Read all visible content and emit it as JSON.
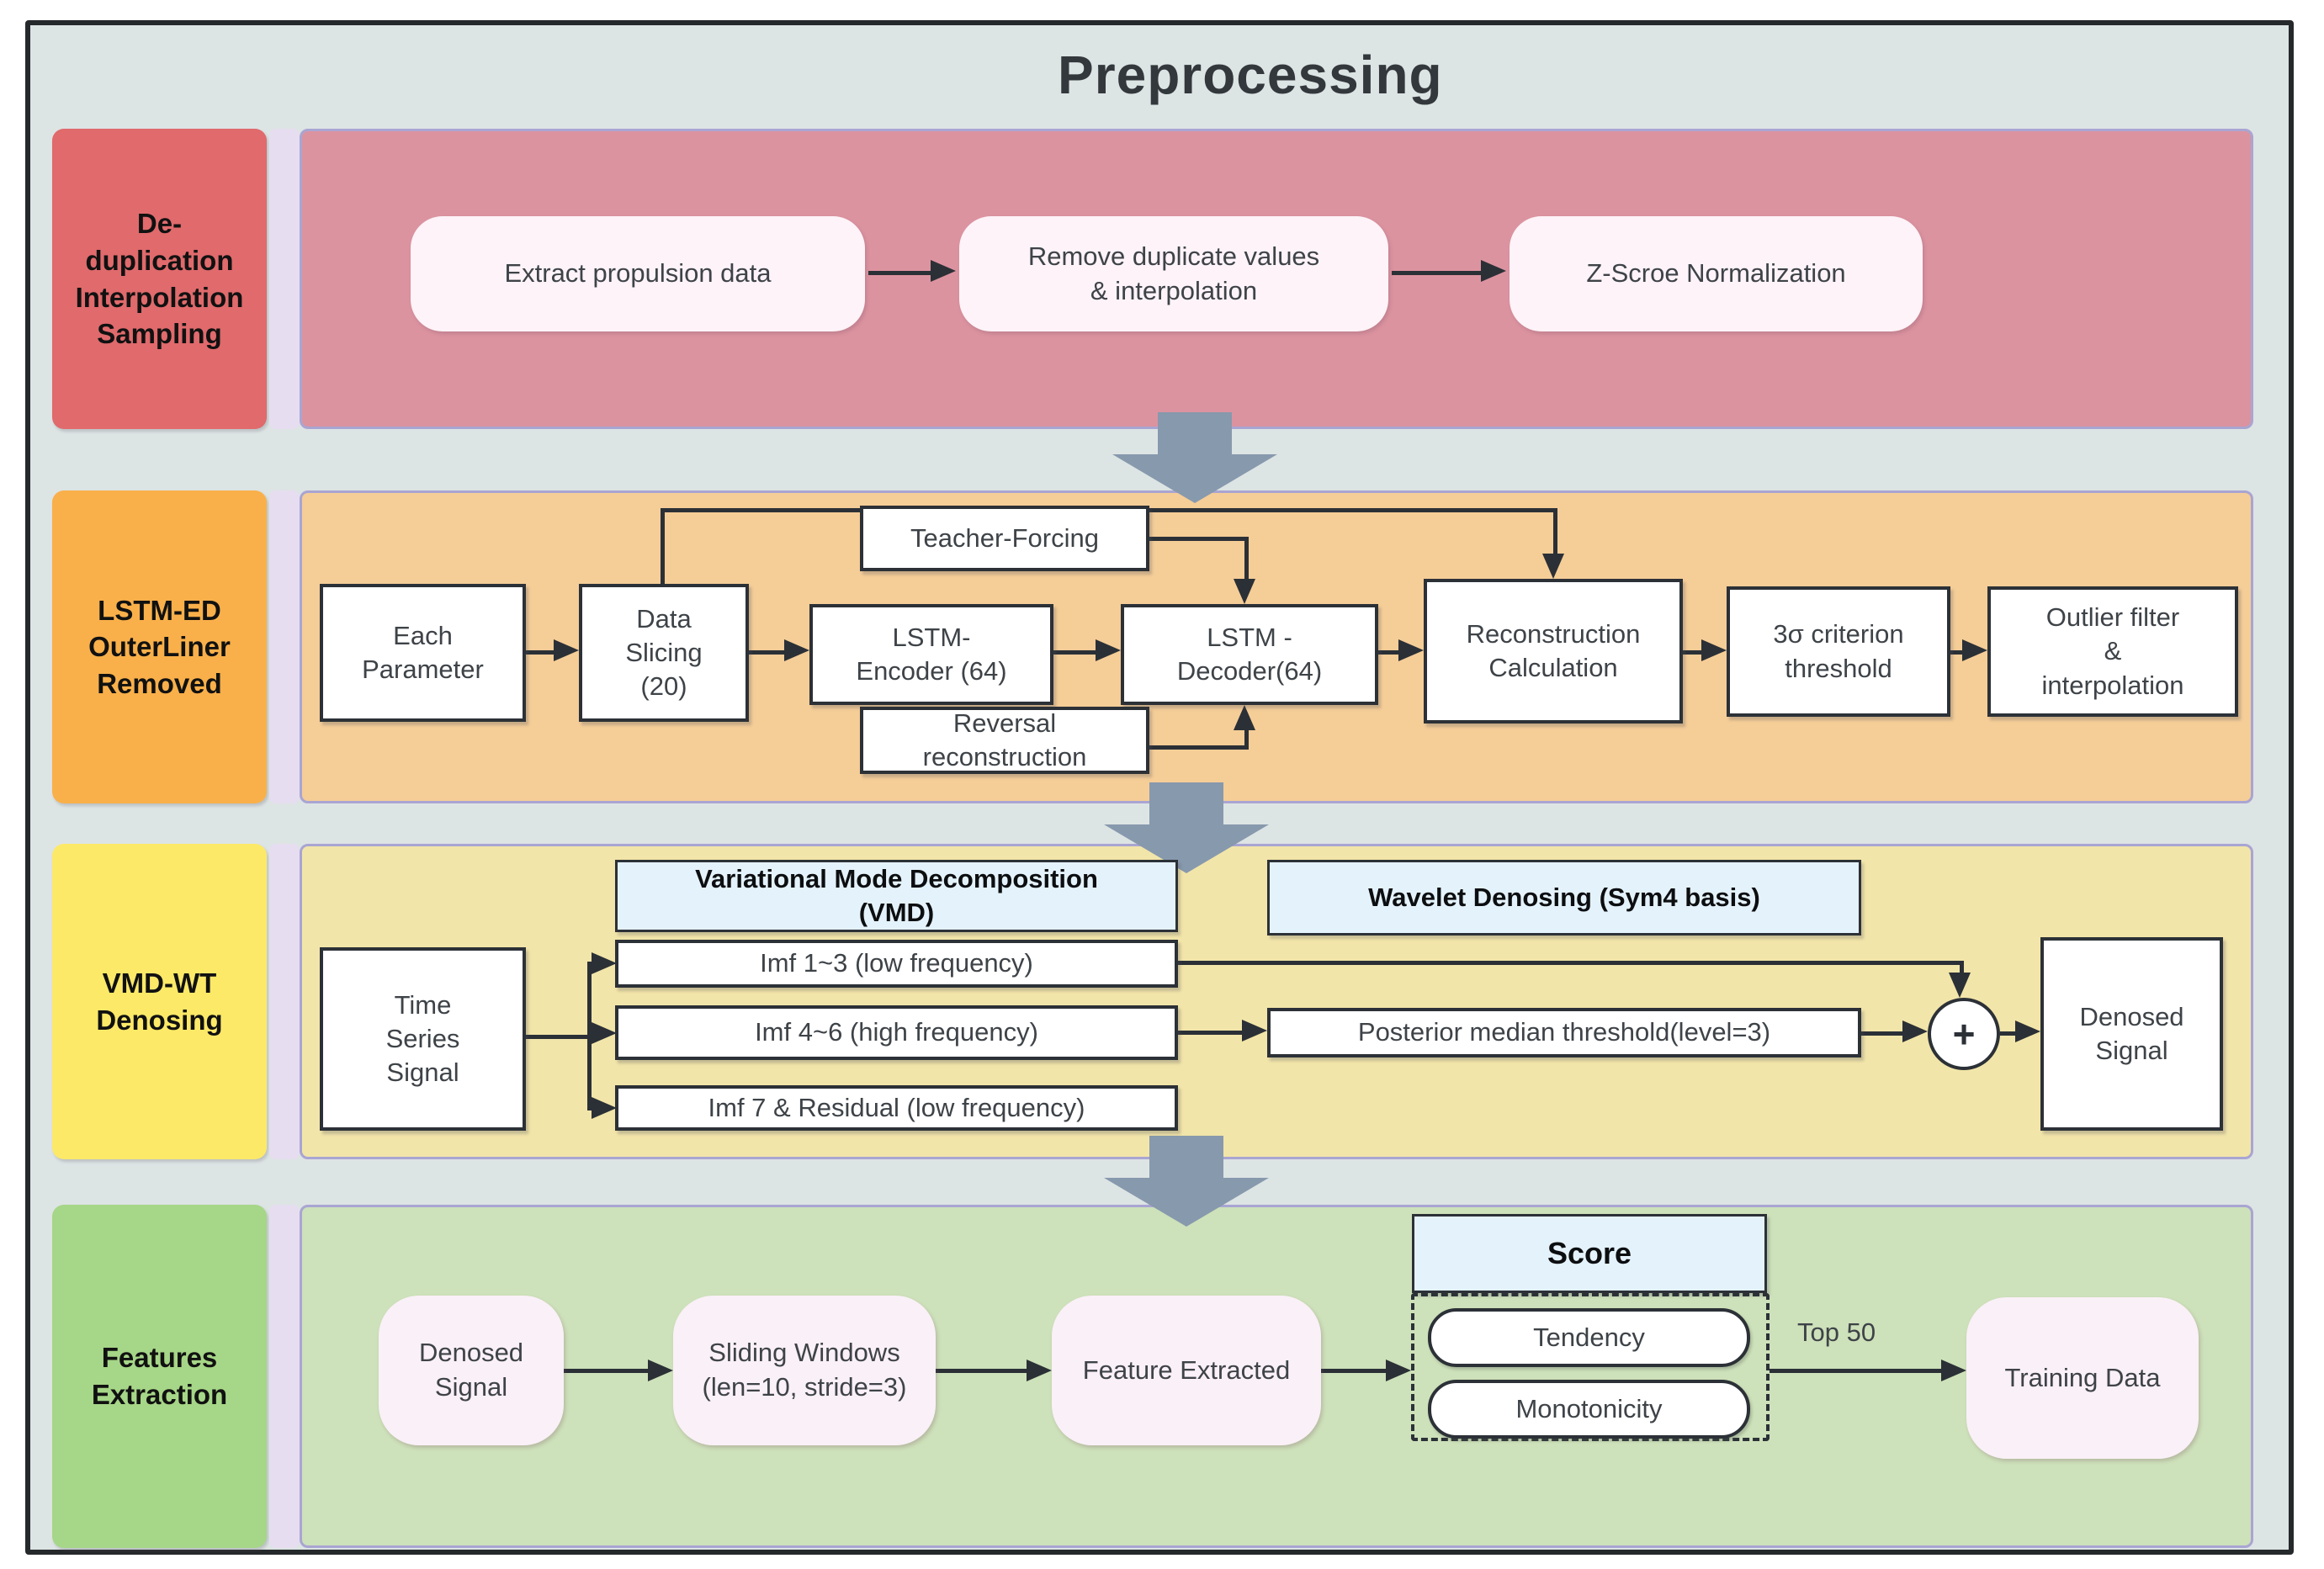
{
  "title": "Preprocessing",
  "colors": {
    "frame_background": "#dde4e4",
    "frame_border": "#26292c",
    "dedup_label": "#e06a6c",
    "dedup_panel": "#dc93a0",
    "dedup_box": "#fdf3f8",
    "lstm_label": "#f9b04a",
    "lstm_panel": "#f5cd97",
    "vmd_label": "#fde968",
    "vmd_panel": "#f2e5a9",
    "features_label": "#a6d687",
    "features_panel": "#cde1ba",
    "header_blue": "#e4f2fb",
    "block_arrow": "#8799ad",
    "line_dark": "#2b3036",
    "lavender_strip": "#e6ddf0"
  },
  "rows": {
    "dedup": {
      "label": "De-\nduplication\nInterpolation\nSampling",
      "extract": "Extract propulsion data",
      "remove": "Remove duplicate values\n& interpolation",
      "zscore": "Z-Scroe Normalization"
    },
    "lstm": {
      "label": "LSTM-ED\nOuterLiner\nRemoved",
      "each_parameter": "Each\nParameter",
      "data_slicing": "Data\nSlicing\n(20)",
      "teacher_forcing": "Teacher-Forcing",
      "encoder": "LSTM-\nEncoder (64)",
      "decoder": "LSTM -\nDecoder(64)",
      "reversal": "Reversal\nreconstruction",
      "reconstruction": "Reconstruction\nCalculation",
      "criterion": "3σ criterion\nthreshold",
      "outlier": "Outlier filter\n&\ninterpolation"
    },
    "vmd": {
      "label": "VMD-WT\nDenosing",
      "time_series": "Time\nSeries\nSignal",
      "vmd_header": "Variational Mode Decomposition\n(VMD)",
      "wavelet_header": "Wavelet Denosing (Sym4 basis)",
      "imf13": "Imf 1~3 (low frequency)",
      "imf46": "Imf 4~6 (high frequency)",
      "imf7": "Imf 7 & Residual (low frequency)",
      "posterior": "Posterior median threshold(level=3)",
      "plus": "+",
      "denosed": "Denosed\nSignal"
    },
    "features": {
      "label": "Features\nExtraction",
      "denosed": "Denosed\nSignal",
      "sliding": "Sliding Windows\n(len=10, stride=3)",
      "feature_extracted": "Feature Extracted",
      "score_header": "Score",
      "tendency": "Tendency",
      "monotonicity": "Monotonicity",
      "top50": "Top 50",
      "training": "Training Data"
    }
  }
}
